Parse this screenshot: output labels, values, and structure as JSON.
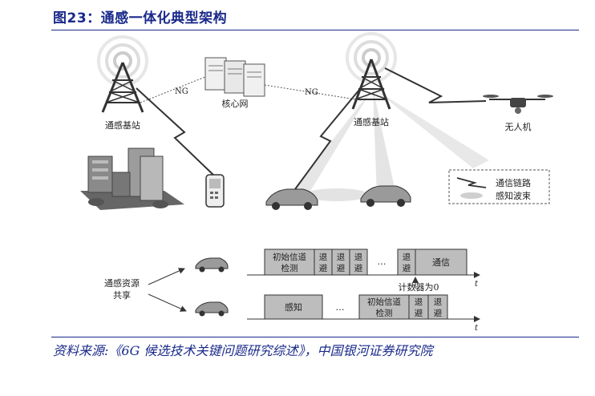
{
  "figure": {
    "title": "图23：通感一体化典型架构",
    "source": "资料来源:《6G 候选技术关键问题研究综述》，中国银河证券研究院"
  },
  "diagram": {
    "base_station_left": "通感基站",
    "base_station_right": "通感基站",
    "core_network": "核心网",
    "ng_left": "NG",
    "ng_right": "NG",
    "uav": "无人机",
    "legend": {
      "comm_link": "通信链路",
      "sensing_beam": "感知波束"
    },
    "resource_sharing": [
      "通感资源",
      "共享"
    ],
    "timeline1": {
      "init_channel": [
        "初始信道",
        "检测"
      ],
      "backoff": [
        "退",
        "避"
      ],
      "ellipsis": "…",
      "comm": "通信",
      "counter": "计数器为0",
      "axis": "t"
    },
    "timeline2": {
      "sensing": "感知",
      "ellipsis": "…",
      "init_channel": [
        "初始信道",
        "检测"
      ],
      "backoff": [
        "退",
        "避"
      ],
      "axis": "t"
    }
  },
  "colors": {
    "title_blue": "#1a2a8a",
    "box_gray": "#bdbdbd",
    "dark_gray": "#555555"
  }
}
